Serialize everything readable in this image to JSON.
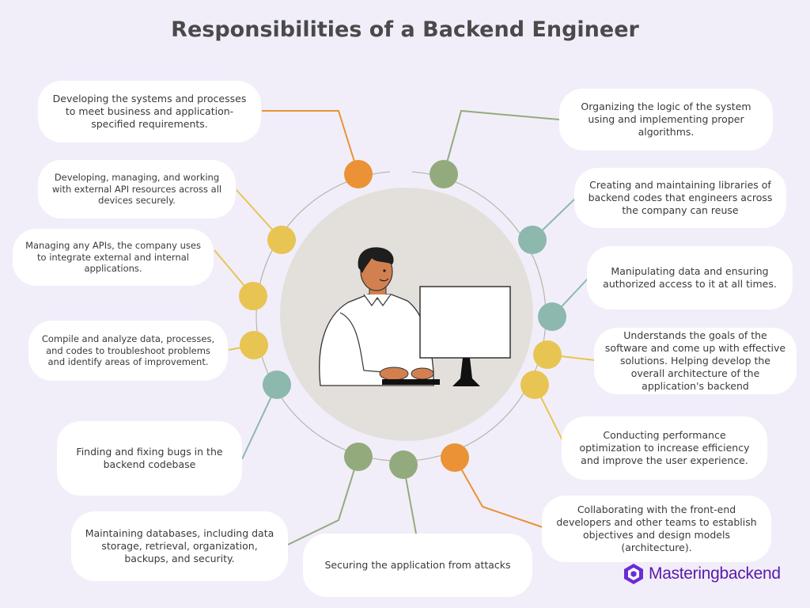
{
  "title": "Responsibilities of a Backend Engineer",
  "brand": {
    "name": "Masteringbackend"
  },
  "colors": {
    "background": "#f1eefa",
    "orange": "#ea9235",
    "green": "#93ab7c",
    "teal": "#8cb8ad",
    "yellow": "#e8c452",
    "center": "#e3e0dc"
  },
  "responsibilities": [
    {
      "text": "Developing the systems and processes to meet business and application-specified requirements.",
      "color": "orange"
    },
    {
      "text": "Organizing the logic of the system using and implementing proper algorithms.",
      "color": "green"
    },
    {
      "text": "Developing, managing, and working with external API resources across all devices securely.",
      "color": "yellow"
    },
    {
      "text": "Creating and maintaining libraries of backend codes that engineers across the company can reuse",
      "color": "teal"
    },
    {
      "text": "Managing any APIs, the company uses to integrate external and internal applications.",
      "color": "yellow"
    },
    {
      "text": "Manipulating data and ensuring authorized access to it at all times.",
      "color": "teal"
    },
    {
      "text": "Compile and analyze data, processes, and codes to troubleshoot problems and identify areas of improvement.",
      "color": "yellow"
    },
    {
      "text": "Understands the goals of the software and come up with effective solutions. Helping develop the overall architecture of the application's backend",
      "color": "yellow"
    },
    {
      "text": "Finding and fixing bugs in the backend codebase",
      "color": "teal"
    },
    {
      "text": "Conducting performance optimization to increase efficiency and improve the user experience.",
      "color": "yellow"
    },
    {
      "text": "Maintaining databases, including data storage, retrieval, organization, backups, and security.",
      "color": "green"
    },
    {
      "text": "Collaborating with the front-end developers and other teams to establish objectives and design models (architecture).",
      "color": "orange"
    },
    {
      "text": "Securing the application from attacks",
      "color": "green"
    }
  ]
}
